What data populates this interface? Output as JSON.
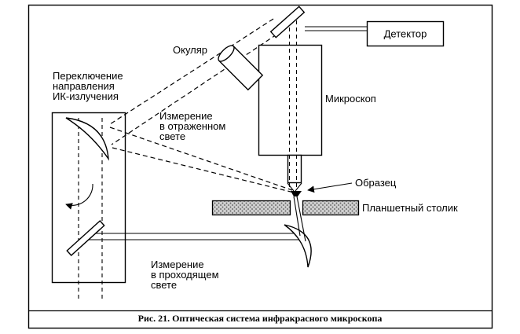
{
  "figure": {
    "caption": "Рис. 21. Оптическая система инфракрасного микроскопа"
  },
  "labels": {
    "detector": "Детектор",
    "eyepiece": "Окуляр",
    "microscope": "Микроскоп",
    "sample": "Образец",
    "stage": "Планшетный столик",
    "switching": {
      "line1": "Переключение",
      "line2": "направления",
      "line3": "ИК-излучения"
    },
    "reflected": {
      "line1": "Измерение",
      "line2": "в отраженном",
      "line3": "свете"
    },
    "transmitted": {
      "line1": "Измерение",
      "line2": "в проходящем",
      "line3": "свете"
    }
  },
  "colors": {
    "ink": "#000000",
    "background": "#ffffff",
    "stage_fill": "#cfcfcf",
    "stage_dots": "#555555"
  }
}
